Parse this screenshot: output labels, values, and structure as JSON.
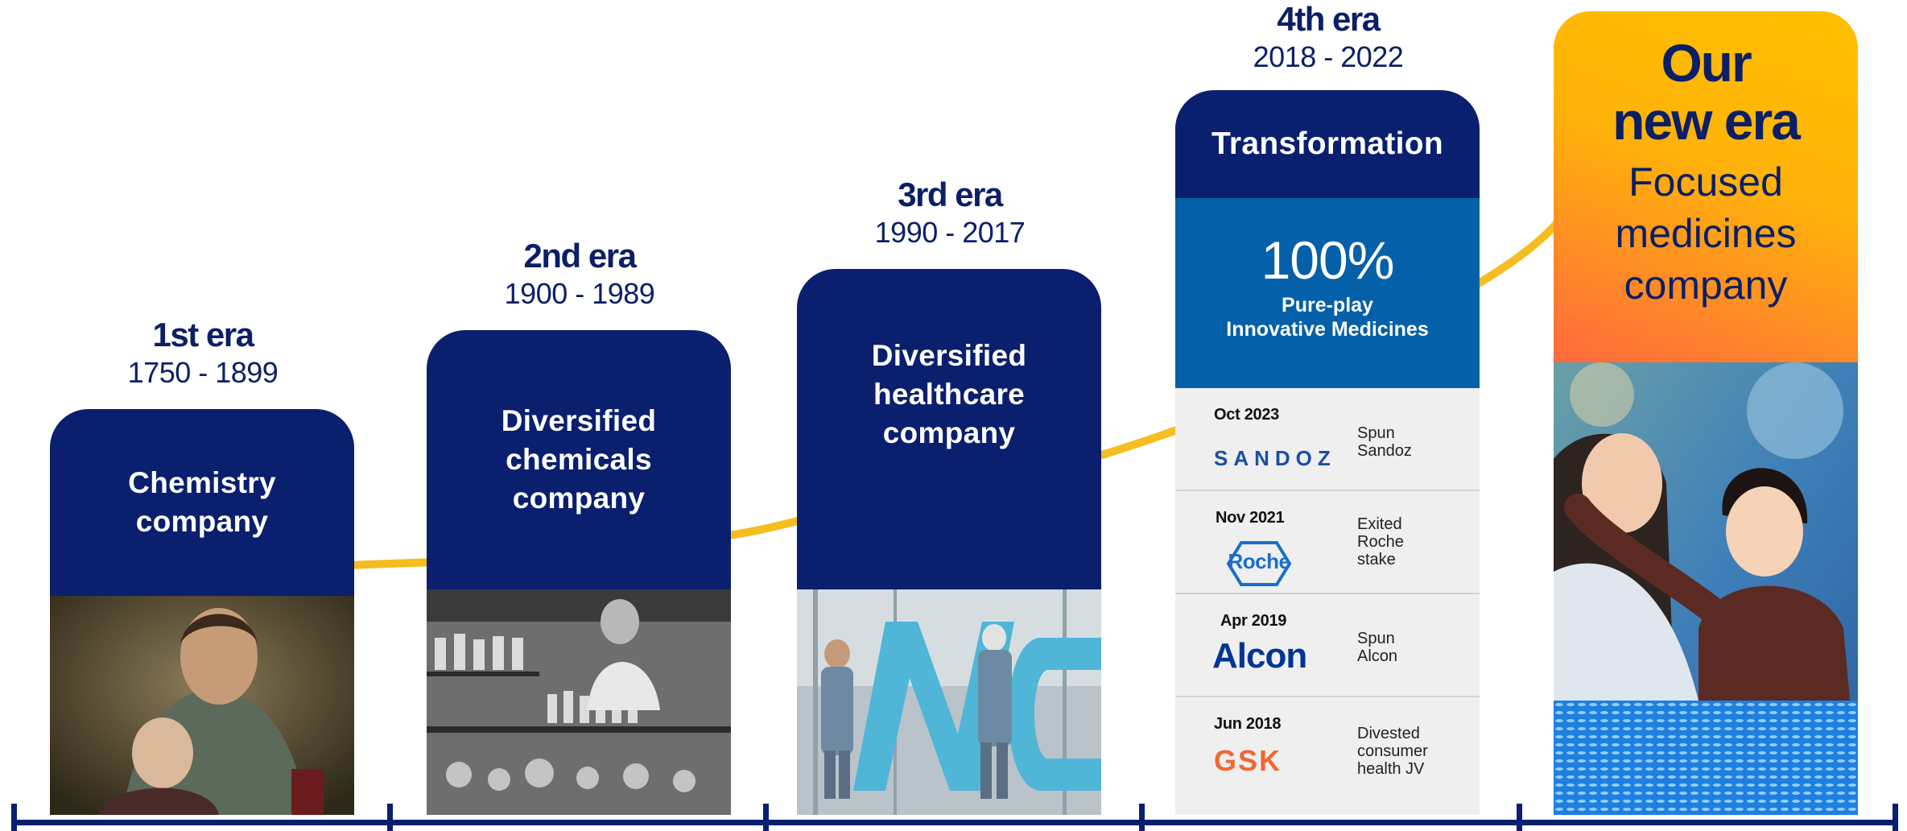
{
  "eras": [
    {
      "title": "1st era",
      "years": "1750 - 1899",
      "label_lines": [
        "Chemistry",
        "company"
      ]
    },
    {
      "title": "2nd era",
      "years": "1900 - 1989",
      "label_lines": [
        "Diversified",
        "chemicals",
        "company"
      ]
    },
    {
      "title": "3rd era",
      "years": "1990 - 2017",
      "label_lines": [
        "Diversified",
        "healthcare",
        "company"
      ]
    },
    {
      "title": "4th era",
      "years": "2018 - 2022",
      "label": "Transformation"
    }
  ],
  "transformation": {
    "percent": "100%",
    "subtitle_lines": [
      "Pure-play",
      "Innovative Medicines"
    ],
    "deals": [
      {
        "date": "Oct 2023",
        "logo": "SANDOZ",
        "text_lines": [
          "Spun",
          "Sandoz"
        ]
      },
      {
        "date": "Nov 2021",
        "logo": "Roche",
        "text_lines": [
          "Exited",
          "Roche",
          "stake"
        ]
      },
      {
        "date": "Apr 2019",
        "logo": "Alcon",
        "text_lines": [
          "Spun",
          "Alcon"
        ]
      },
      {
        "date": "Jun 2018",
        "logo": "GSK",
        "text_lines": [
          "Divested",
          "consumer",
          "health JV"
        ]
      }
    ]
  },
  "new_era": {
    "title_lines": [
      "Our",
      "new era"
    ],
    "sub_lines": [
      "Focused",
      "medicines",
      "company"
    ]
  },
  "colors": {
    "navy": "#0a1f6e",
    "blue": "#0460a9",
    "yellow_line": "#f5bd1f",
    "gradient_orange": "#ff6a3d",
    "gradient_yellow": "#ffc000",
    "gsk_orange": "#f36633"
  }
}
